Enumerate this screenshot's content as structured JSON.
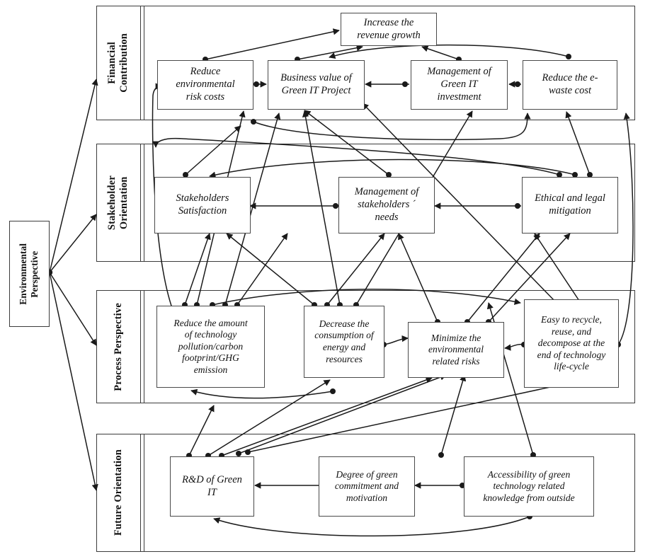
{
  "diagram": {
    "title": "Green IT Balanced Scorecard strategy map",
    "root": {
      "id": "environmental-perspective",
      "label": "Environmental\nPerspective"
    },
    "perspectives": [
      {
        "id": "financial-contribution",
        "label": "Financial\nContribution",
        "nodes": [
          {
            "id": "increase-revenue-growth",
            "label": "Increase the\nrevenue growth"
          },
          {
            "id": "reduce-environmental-risk-costs",
            "label": "Reduce\nenvironmental\nrisk costs"
          },
          {
            "id": "business-value-green-it-project",
            "label": "Business value of\nGreen IT Project"
          },
          {
            "id": "management-green-it-investment",
            "label": "Management of\nGreen IT\ninvestment"
          },
          {
            "id": "reduce-e-waste-cost",
            "label": "Reduce the e-\nwaste cost"
          }
        ]
      },
      {
        "id": "stakeholder-orientation",
        "label": "Stakeholder\nOrientation",
        "nodes": [
          {
            "id": "stakeholders-satisfaction",
            "label": "Stakeholders\nSatisfaction"
          },
          {
            "id": "management-stakeholders-needs",
            "label": "Management of\nstakeholders ´\nneeds"
          },
          {
            "id": "ethical-and-legal-mitigation",
            "label": "Ethical and legal\nmitigation"
          }
        ]
      },
      {
        "id": "process-perspective",
        "label": "Process Perspective",
        "nodes": [
          {
            "id": "reduce-technology-pollution",
            "label": "Reduce the amount\nof technology\npollution/carbon\nfootprint/GHG\nemission"
          },
          {
            "id": "decrease-consumption-energy-resources",
            "label": "Decrease the\nconsumption of\nenergy and\nresources"
          },
          {
            "id": "minimize-environmental-related-risks",
            "label": "Minimize the\nenvironmental\nrelated risks"
          },
          {
            "id": "easy-to-recycle-reuse-decompose",
            "label": "Easy to recycle,\nreuse, and\ndecompose at the\nend of technology\nlife-cycle"
          }
        ]
      },
      {
        "id": "future-orientation",
        "label": "Future Orientation",
        "nodes": [
          {
            "id": "rd-of-green-it",
            "label": "R&D of Green\nIT"
          },
          {
            "id": "degree-green-commitment-motivation",
            "label": "Degree of green\ncommitment and\nmotivation"
          },
          {
            "id": "accessibility-green-technology-knowledge",
            "label": "Accessibility of green\ntechnology related\nknowledge from outside"
          }
        ]
      }
    ],
    "colors": {
      "line": "#1a1a1a",
      "frame": "#3c3c3c",
      "box_border": "#4a4a4a",
      "background": "#ffffff",
      "text": "#111111"
    }
  }
}
